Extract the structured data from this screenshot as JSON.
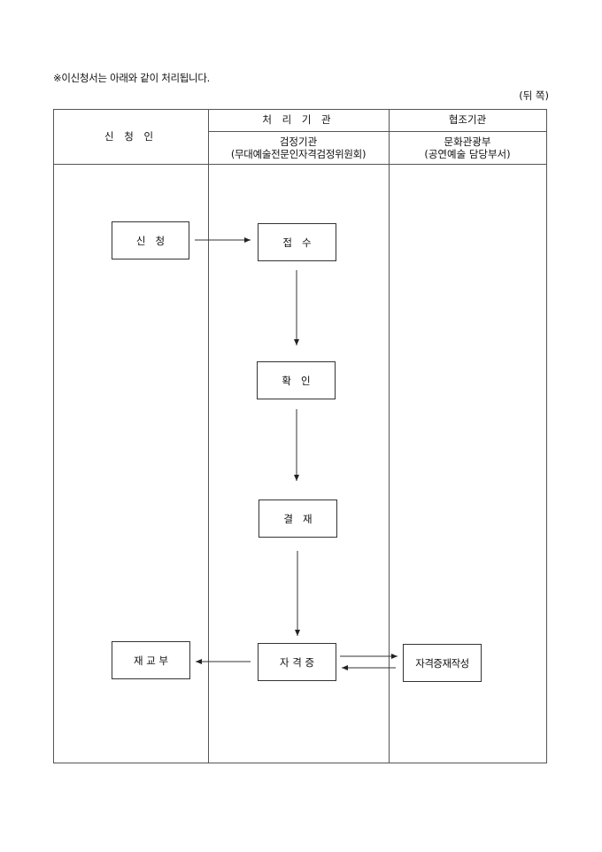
{
  "note": "※이신청서는 아래와 같이 처리됩니다.",
  "side_label": "(뒤 쪽)",
  "table": {
    "col_applicant": "신 청 인",
    "col_processing": "처 리 기 관",
    "col_cooperation": "협조기관",
    "processing_sub_line1": "검정기관",
    "processing_sub_line2": "(무대예술전문인자격검정위원회)",
    "cooperation_sub_line1": "문화관광부",
    "cooperation_sub_line2": "(공연예술 담당부서)"
  },
  "flow": {
    "apply": "신   청",
    "receive": "접   수",
    "confirm": "확   인",
    "approve": "결   재",
    "certificate": "자 격 증",
    "reissue": "재 교 부",
    "recreate": "자격증재작성"
  }
}
